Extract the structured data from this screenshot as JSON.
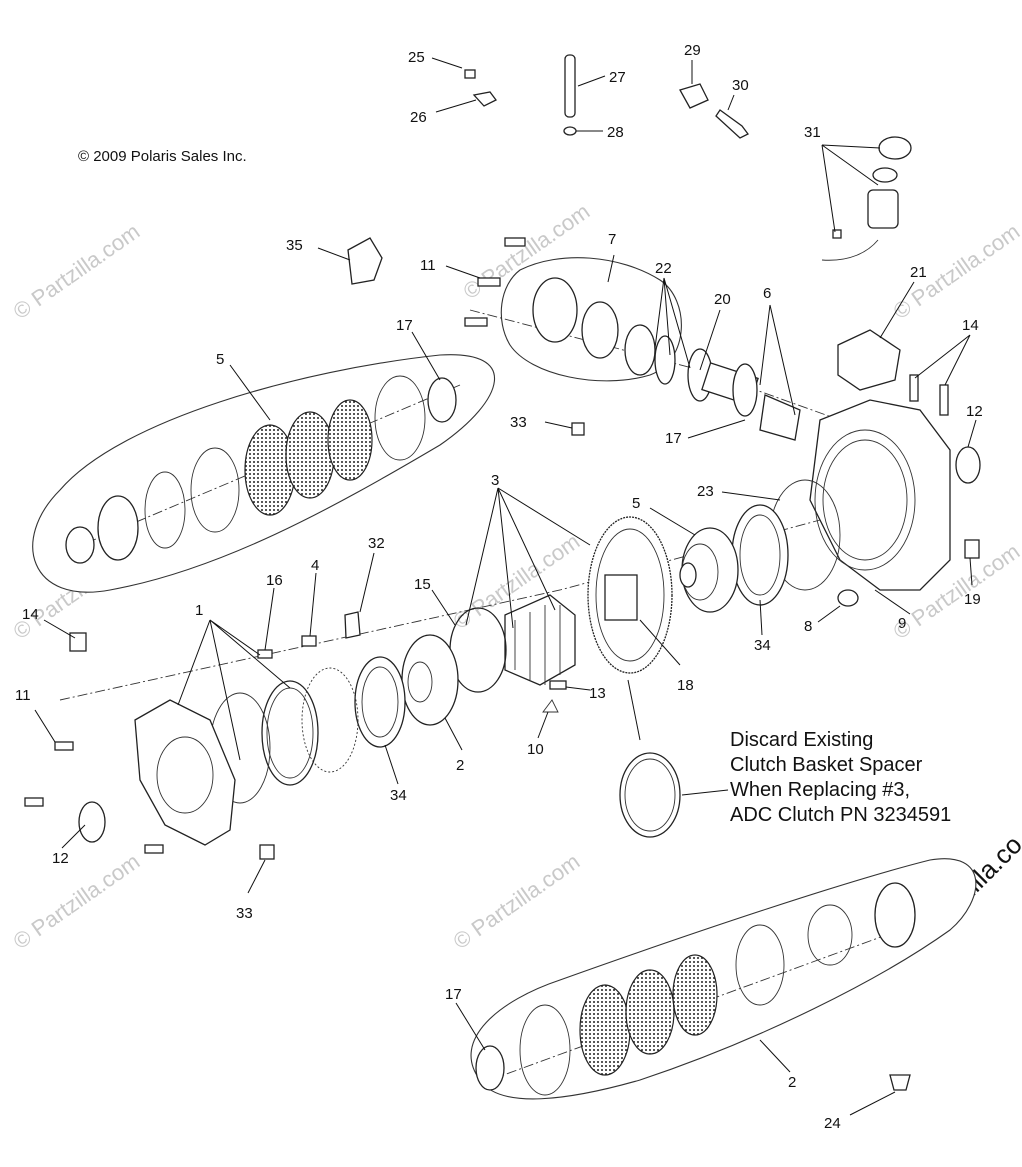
{
  "copyright": "© 2009 Polaris Sales Inc.",
  "watermark": "© Partzilla.com",
  "watermark_corner": "© Partzilla.co",
  "note": {
    "line1": "Discard Existing",
    "line2": "Clutch Basket Spacer",
    "line3": "When Replacing #3,",
    "line4": "ADC Clutch PN 3234591"
  },
  "callouts": {
    "c25": "25",
    "c26": "26",
    "c27": "27",
    "c28": "28",
    "c29": "29",
    "c30": "30",
    "c31": "31",
    "c35": "35",
    "c11a": "11",
    "c7": "7",
    "c22": "22",
    "c20": "20",
    "c6": "6",
    "c21": "21",
    "c14a": "14",
    "c12a": "12",
    "c17a": "17",
    "c5a": "5",
    "c33a": "33",
    "c17b": "17",
    "c23": "23",
    "c3": "3",
    "c5b": "5",
    "c32": "32",
    "c16": "16",
    "c4": "4",
    "c1": "1",
    "c14b": "14",
    "c15": "15",
    "c19": "19",
    "c8": "8",
    "c9": "9",
    "c34a": "34",
    "c18": "18",
    "c13": "13",
    "c11b": "11",
    "c2a": "2",
    "c10": "10",
    "c34b": "34",
    "c12b": "12",
    "c33b": "33",
    "c17c": "17",
    "c2b": "2",
    "c24": "24"
  }
}
